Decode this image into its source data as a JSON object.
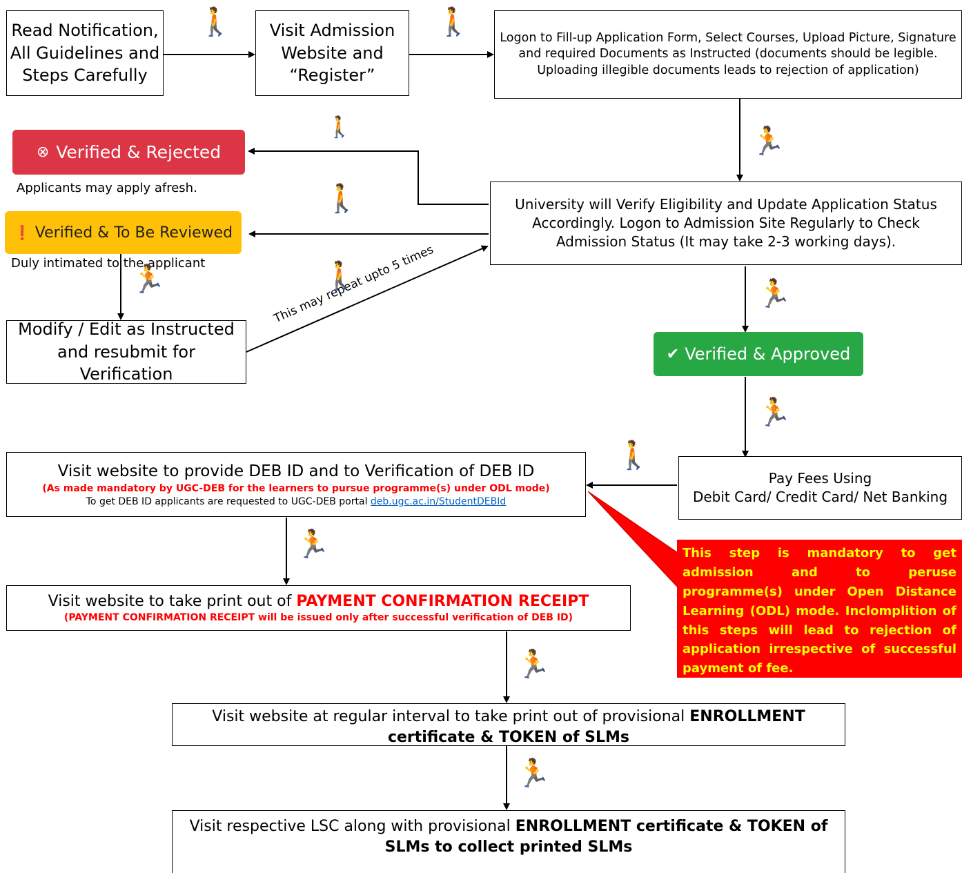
{
  "steps": {
    "read_notification": "Read Notification, All Guidelines and Steps Carefully",
    "visit_register": "Visit Admission Website and “Register”",
    "logon_fill": "Logon to Fill-up Application Form, Select Courses, Upload Picture, Signature and required Documents as Instructed (documents should be legible. Uploading illegible documents leads to rejection of application)",
    "university_verify": "University will Verify Eligibility and Update Application Status Accordingly. Logon to Admission Site Regularly to Check Admission Status (It may take 2-3 working days).",
    "modify_edit": "Modify / Edit as Instructed and resubmit for Verification",
    "pay_fees_line1": "Pay Fees Using",
    "pay_fees_line2": "Debit Card/ Credit Card/ Net Banking",
    "deb_id_title": "Visit website to provide DEB ID and to Verification of DEB ID",
    "deb_id_mandatory": "(As made mandatory by UGC-DEB for the learners to pursue programme(s) under ODL mode)",
    "deb_id_portal_text": "To get DEB ID applicants are requested to UGC-DEB portal",
    "deb_id_link": "deb.ugc.ac.in/StudentDEBId",
    "receipt_prefix": "Visit website to take print out of",
    "receipt_highlight": "PAYMENT CONFIRMATION RECEIPT",
    "receipt_note": "(PAYMENT CONFIRMATION RECEIPT will be issued only after successful verification of DEB ID)",
    "enroll_prefix": "Visit website at regular interval to take print out of provisional",
    "enroll_bold": "ENROLLMENT certificate & TOKEN of SLMs",
    "lsc_prefix": "Visit respective LSC along with provisional",
    "lsc_bold": "ENROLLMENT certificate & TOKEN of SLMs to collect printed SLMs"
  },
  "badges": {
    "rejected": "Verified & Rejected",
    "reviewed": "Verified & To Be Reviewed",
    "approved": "Verified & Approved"
  },
  "notes": {
    "rejected_note": "Applicants may apply afresh.",
    "reviewed_note": "Duly intimated to the applicant",
    "repeat_note": "This may repeat upto 5 times"
  },
  "callout": "This step is mandatory to get admission and to peruse programme(s) under Open Distance Learning (ODL) mode. Inclomplition of this steps will lead to rejection of application irrespective of successful payment of fee.",
  "colors": {
    "rejected": "#dc3545",
    "reviewed": "#ffc107",
    "approved": "#28a745",
    "callout_bg": "#ff0000",
    "callout_text": "#ffff00"
  },
  "icons": {
    "walker": "walking-person-icon",
    "runner": "running-person-icon",
    "x_circle": "x-circle-icon",
    "exclaim_circle": "exclamation-circle-icon",
    "check_circle": "check-circle-icon"
  }
}
